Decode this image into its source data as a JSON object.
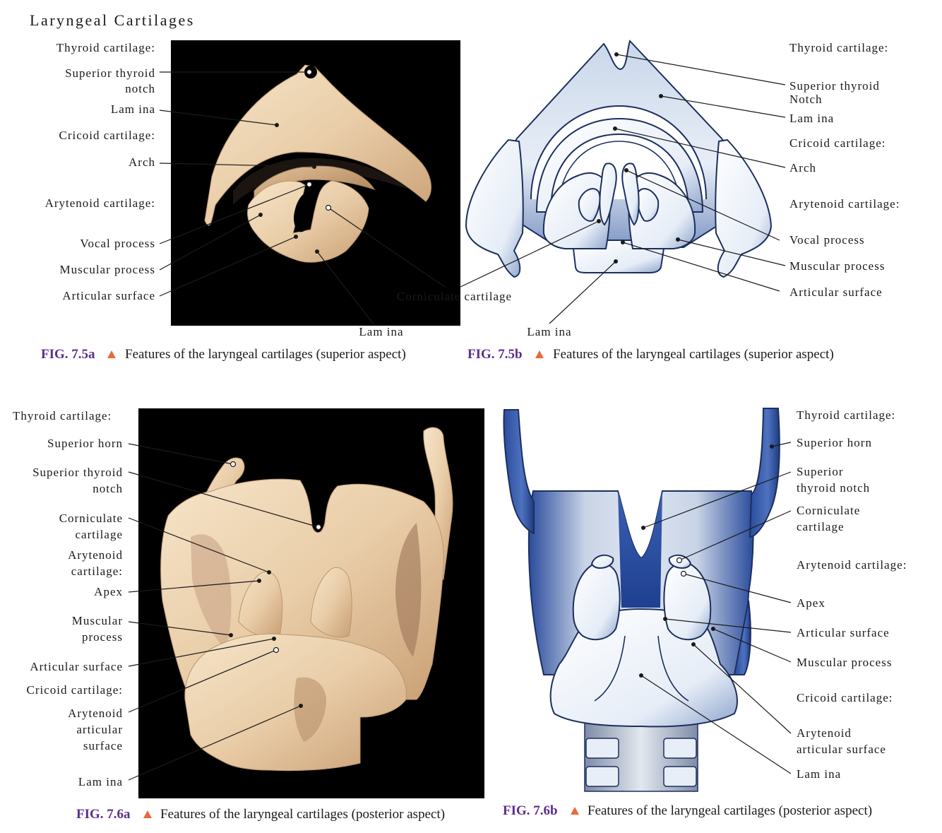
{
  "title": "Laryngeal Cartilages",
  "fig_5a": {
    "number": "FIG. 7.5a",
    "caption": "Features of the laryngeal cartilages (superior aspect)",
    "labels": {
      "thyroid_cartilage": "Thyroid cartilage:",
      "superior_thyroid_notch_1": "Superior thyroid",
      "superior_thyroid_notch_2": "notch",
      "lamina": "Lam ina",
      "cricoid_cartilage": "Cricoid cartilage:",
      "arch": "Arch",
      "arytenoid_cartilage": "Arytenoid cartilage:",
      "vocal_process": "Vocal process",
      "muscular_process": "Muscular process",
      "articular_surface": "Articular surface",
      "lamina_bottom": "Lam ina"
    }
  },
  "fig_5b": {
    "number": "FIG. 7.5b",
    "caption": "Features of the laryngeal cartilages (superior aspect)",
    "labels": {
      "thyroid_cartilage": "Thyroid cartilage:",
      "superior_thyroid_notch_1": "Superior thyroid",
      "superior_thyroid_notch_2": "Notch",
      "lamina": "Lam ina",
      "cricoid_cartilage": "Cricoid cartilage:",
      "arch": "Arch",
      "arytenoid_cartilage": "Arytenoid cartilage:",
      "vocal_process": "Vocal process",
      "muscular_process": "Muscular process",
      "articular_surface": "Articular surface",
      "corniculate_cartilage": "Corniculate cartilage",
      "lamina_bottom": "Lam ina"
    }
  },
  "fig_6a": {
    "number": "FIG. 7.6a",
    "caption": "Features of the laryngeal cartilages (posterior aspect)",
    "labels": {
      "thyroid_cartilage": "Thyroid cartilage:",
      "superior_horn": "Superior horn",
      "superior_thyroid_notch_1": "Superior thyroid",
      "superior_thyroid_notch_2": "notch",
      "corniculate_1": "Corniculate",
      "corniculate_2": "cartilage",
      "arytenoid_1": "Arytenoid",
      "arytenoid_2": "cartilage:",
      "apex": "Apex",
      "muscular_1": "Muscular",
      "muscular_2": "process",
      "articular_surface": "Articular surface",
      "cricoid_cartilage": "Cricoid cartilage:",
      "aryt_art_1": "Arytenoid",
      "aryt_art_2": "articular",
      "aryt_art_3": "surface",
      "lamina": "Lam ina"
    }
  },
  "fig_6b": {
    "number": "FIG. 7.6b",
    "caption": "Features of the laryngeal cartilages (posterior aspect)",
    "labels": {
      "thyroid_cartilage": "Thyroid cartilage:",
      "superior_horn": "Superior horn",
      "superior_thyroid_notch_1": "Superior",
      "superior_thyroid_notch_2": "thyroid notch",
      "corniculate_1": "Corniculate",
      "corniculate_2": "cartilage",
      "arytenoid_cartilage": "Arytenoid cartilage:",
      "apex": "Apex",
      "articular_surface": "Articular surface",
      "muscular_process": "Muscular process",
      "cricoid_cartilage": "Cricoid cartilage:",
      "aryt_art_1": "Arytenoid",
      "aryt_art_2": "articular surface",
      "lamina": "Lam ina"
    }
  },
  "colors": {
    "caption_number": "#5b2d8c",
    "triangle": "#e86a3a",
    "cartilage_dark": "#1c2f5e",
    "cartilage_blue": "#2f55a6",
    "photo_background": "#000000",
    "bone": "#e8cfae"
  }
}
